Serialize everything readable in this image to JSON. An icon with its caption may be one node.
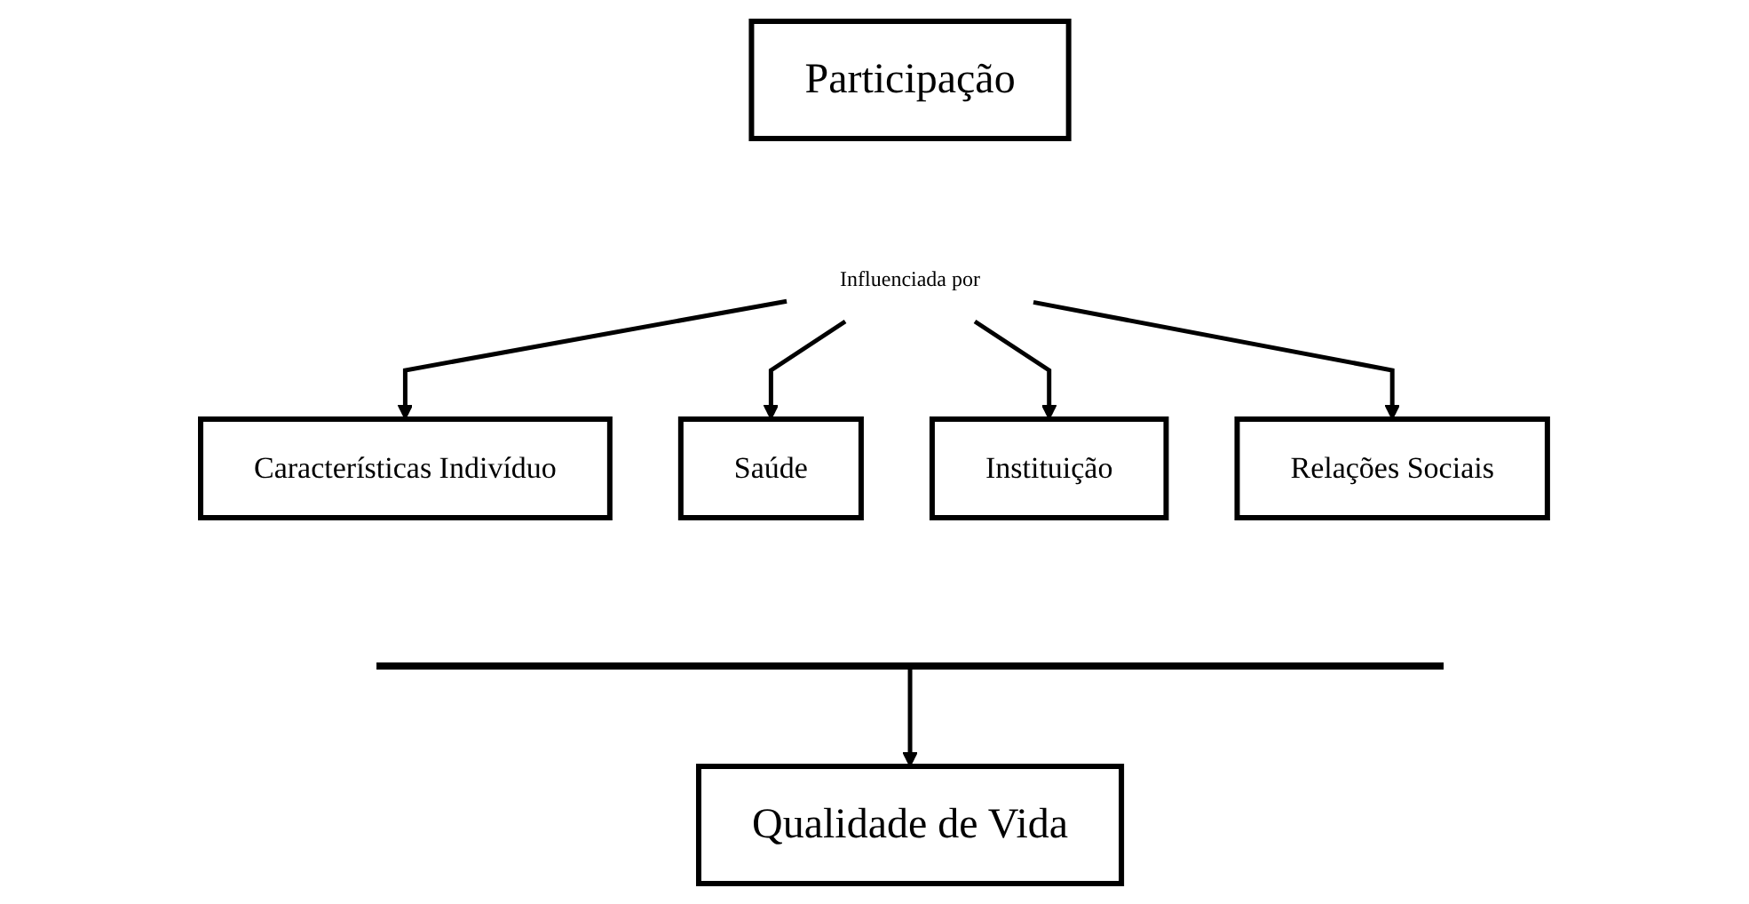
{
  "diagram": {
    "nodes": [
      {
        "text": [
          "Participação"
        ]
      },
      {
        "text": [
          "Influenciada por"
        ]
      },
      {
        "text": [
          "Características Indivíduo"
        ]
      },
      {
        "text": [
          "Saúde"
        ]
      },
      {
        "text": [
          "Instituição"
        ]
      },
      {
        "text": [
          "Relações Sociais"
        ]
      },
      {
        "text": [],
        "shape": "bar"
      },
      {
        "text": [
          "Qualidade de Vida"
        ]
      }
    ],
    "edges": [
      {
        "from": 1,
        "to": 2,
        "arrow": "to"
      },
      {
        "from": 1,
        "to": 3,
        "arrow": "to"
      },
      {
        "from": 1,
        "to": 4,
        "arrow": "to"
      },
      {
        "from": 1,
        "to": 5,
        "arrow": "to"
      },
      {
        "from": 6,
        "to": 7,
        "arrow": "to"
      }
    ]
  }
}
